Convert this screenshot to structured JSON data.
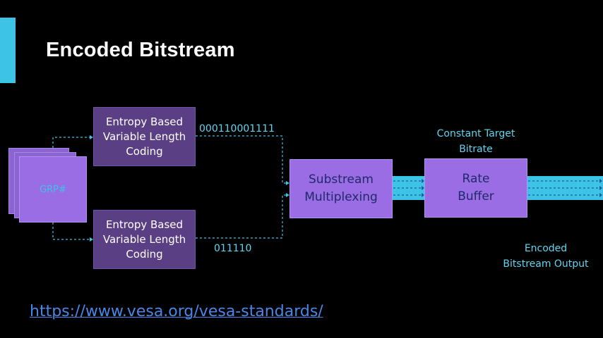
{
  "title": "Encoded Bitstream",
  "grp_label": "GRP#",
  "encoder_top": {
    "line1": "Entropy Based",
    "line2": "Variable Length",
    "line3": "Coding"
  },
  "encoder_bottom": {
    "line1": "Entropy Based",
    "line2": "Variable Length",
    "line3": "Coding"
  },
  "code_top": "000110001111",
  "code_bottom": "011110",
  "mux": {
    "line1": "Substream",
    "line2": "Multiplexing"
  },
  "buffer": {
    "line1": "Rate",
    "line2": "Buffer"
  },
  "target": {
    "line1": "Constant Target",
    "line2": "Bitrate"
  },
  "output": {
    "line1": "Encoded",
    "line2": "Bitstream Output"
  },
  "link": "https://www.vesa.org/vesa-standards/",
  "colors": {
    "accent": "#3cc3e6",
    "encoder": "#5a3f85",
    "block": "#9b6de4",
    "text_cyan": "#5ed6f2",
    "link": "#4a86e8"
  }
}
